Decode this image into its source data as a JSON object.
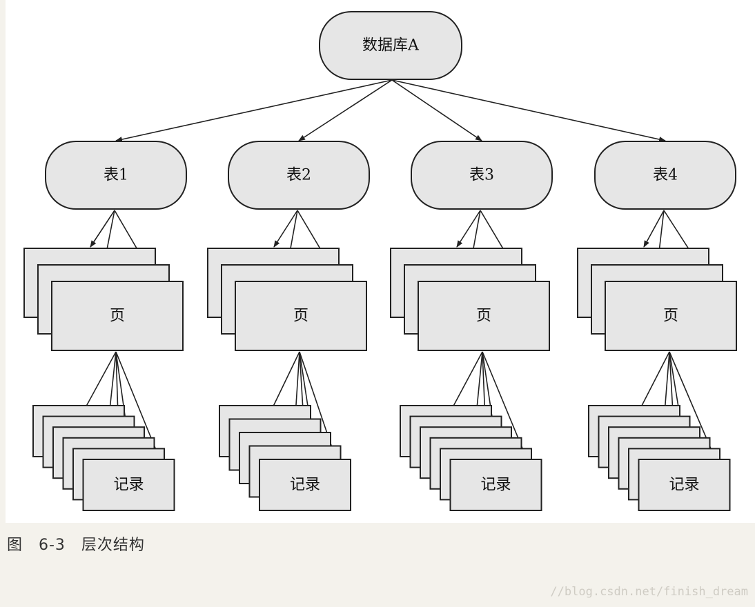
{
  "diagram": {
    "root_label": "数据库A",
    "table_labels": [
      "表1",
      "表2",
      "表3",
      "表4"
    ],
    "page_label": "页",
    "record_label": "记录",
    "colors": {
      "node_fill": "#e6e6e6",
      "stroke": "#222222",
      "panel_bg": "#ffffff",
      "outer_bg": "#f4f2ec"
    }
  },
  "caption": {
    "text": "图　6-3　层次结构"
  },
  "watermark": {
    "text": "//blog.csdn.net/finish_dream"
  }
}
